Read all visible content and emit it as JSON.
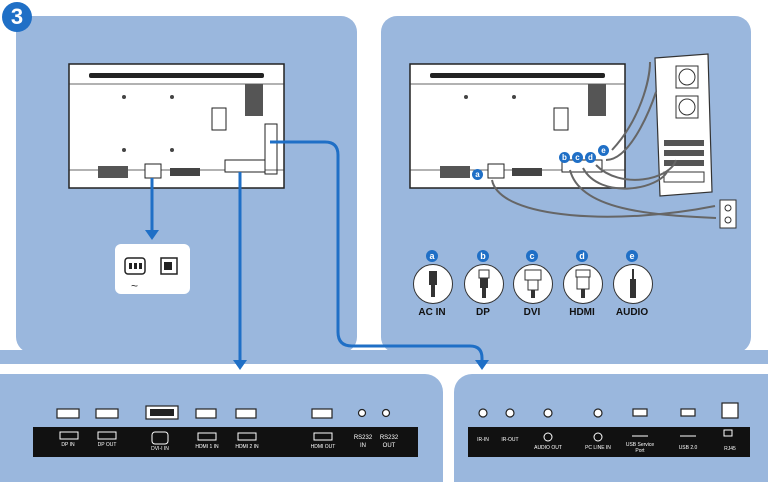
{
  "step_number": "3",
  "connectors": [
    {
      "badge": "a",
      "label": "AC IN"
    },
    {
      "badge": "b",
      "label": "DP"
    },
    {
      "badge": "c",
      "label": "DVI"
    },
    {
      "badge": "d",
      "label": "HDMI"
    },
    {
      "badge": "e",
      "label": "AUDIO"
    }
  ],
  "pc_badges": [
    "a",
    "b",
    "c",
    "d",
    "e"
  ],
  "power": {
    "symbol": "~"
  },
  "left_ports": [
    {
      "label": "DP IN"
    },
    {
      "label": "DP OUT"
    },
    {
      "label": "DVI-I IN"
    },
    {
      "label": "HDMI 1 IN"
    },
    {
      "label": "HDMI 2 IN"
    },
    {
      "label": "HDMI OUT"
    },
    {
      "label": "RS232 IN"
    },
    {
      "label": "RS232 OUT"
    }
  ],
  "right_ports": [
    {
      "label": "IR-IN"
    },
    {
      "label": "IR-OUT"
    },
    {
      "label": "AUDIO OUT"
    },
    {
      "label": "PC LINE IN"
    },
    {
      "label": "USB Service Port"
    },
    {
      "label": "USB 2.0"
    },
    {
      "label": "RJ45"
    }
  ],
  "colors": {
    "panel": "#9ab7dd",
    "accent": "#1f6fc6",
    "port_strip": "#111111"
  }
}
